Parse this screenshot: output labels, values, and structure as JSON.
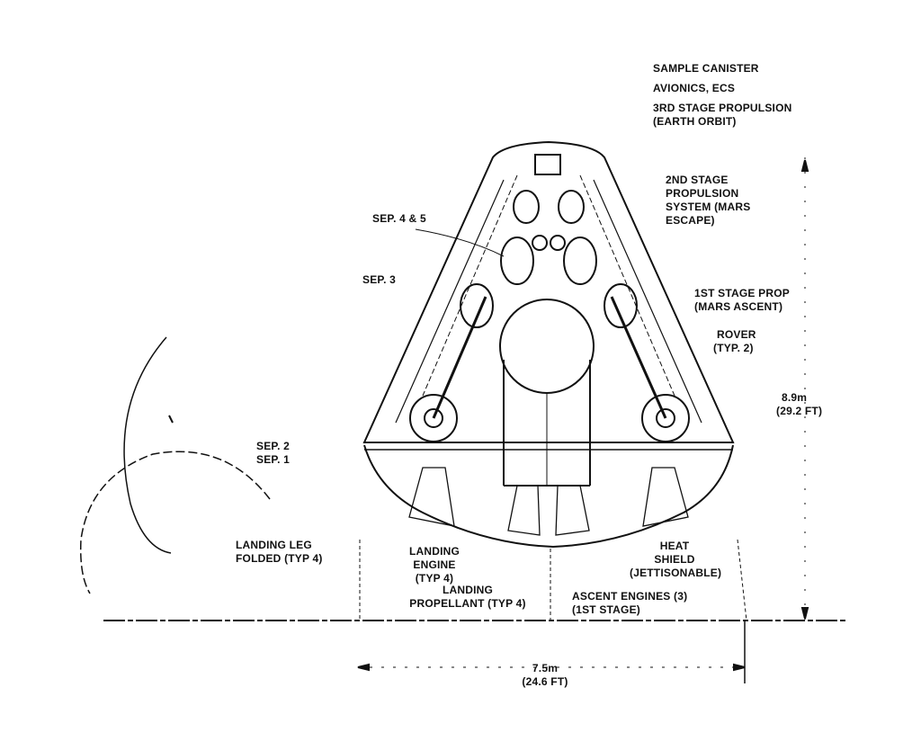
{
  "labels": {
    "sample_canister": "SAMPLE CANISTER",
    "avionics": "AVIONICS, ECS",
    "third_stage_1": "3RD STAGE PROPULSION",
    "third_stage_2": "(EARTH ORBIT)",
    "second_stage_1": "2ND STAGE",
    "second_stage_2": "PROPULSION",
    "second_stage_3": "SYSTEM (MARS",
    "second_stage_4": "ESCAPE)",
    "sep45": "SEP. 4 & 5",
    "sep3": "SEP. 3",
    "first_stage_1": "1ST STAGE PROP",
    "first_stage_2": "(MARS ASCENT)",
    "rover_1": "ROVER",
    "rover_2": "(TYP. 2)",
    "height_m": "8.9m",
    "height_ft": "(29.2 FT)",
    "sep2": "SEP. 2",
    "sep1": "SEP. 1",
    "leg_1": "LANDING LEG",
    "leg_2": "FOLDED (TYP 4)",
    "engine_1": "LANDING",
    "engine_2": "ENGINE",
    "engine_3": "(TYP 4)",
    "prop_1": "LANDING",
    "prop_2": "PROPELLANT (TYP 4)",
    "heat_1": "HEAT",
    "heat_2": "SHIELD",
    "heat_3": "(JETTISONABLE)",
    "ascent_1": "ASCENT ENGINES (3)",
    "ascent_2": "(1ST STAGE)",
    "width_m": "7.5m",
    "width_ft": "(24.6 FT)"
  }
}
